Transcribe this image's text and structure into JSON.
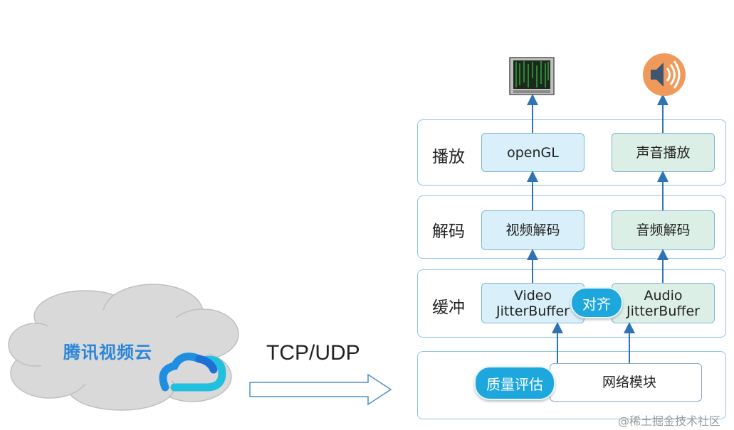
{
  "cloud": {
    "title": "腾讯视频云"
  },
  "protocol": {
    "label": "TCP/UDP"
  },
  "layers": {
    "playback": {
      "label": "播放",
      "video_node": "openGL",
      "audio_node": "声音播放"
    },
    "decode": {
      "label": "解码",
      "video_node": "视频解码",
      "audio_node": "音频解码"
    },
    "buffer": {
      "label": "缓冲",
      "video_node_line1": "Video",
      "video_node_line2": "JitterBuffer",
      "audio_node_line1": "Audio",
      "audio_node_line2": "JitterBuffer",
      "align_badge": "对齐"
    },
    "network": {
      "quality_badge": "质量评估",
      "network_module": "网络模块"
    }
  },
  "watermark": {
    "text": "@稀土掘金技术社区"
  },
  "colors": {
    "accent_blue": "#1da7dd",
    "arrow_blue": "#2e74b5",
    "layer_border": "#8ec6e3",
    "video_fill": "#d9eff9",
    "audio_fill": "#dcefe7",
    "speaker_orange": "#ef9a5b"
  },
  "icons": {
    "monitor": "monitor-icon",
    "speaker": "speaker-icon",
    "cloud_logo": "cloud-logo-icon"
  }
}
